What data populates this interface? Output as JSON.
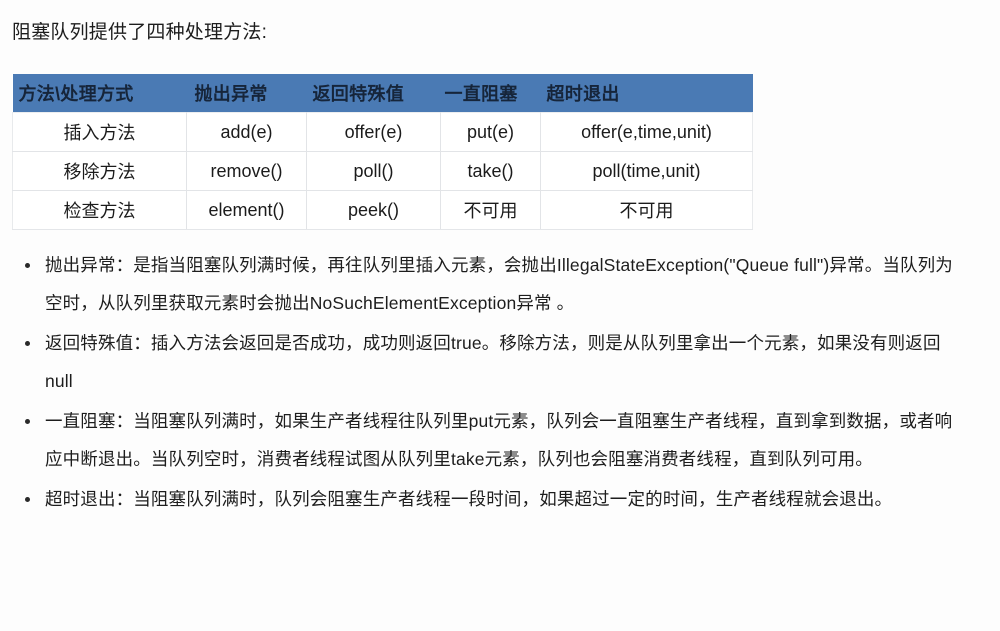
{
  "document": {
    "intro": "阻塞队列提供了四种处理方法:"
  },
  "table": {
    "header_bg": "#4a7ab4",
    "columns": [
      "方法\\处理方式",
      "抛出异常",
      "返回特殊值",
      "一直阻塞",
      "超时退出"
    ],
    "rows": [
      {
        "method": "插入方法",
        "throw_exception": "add(e)",
        "special_value": "offer(e)",
        "block": "put(e)",
        "timeout": "offer(e,time,unit)"
      },
      {
        "method": "移除方法",
        "throw_exception": "remove()",
        "special_value": "poll()",
        "block": "take()",
        "timeout": "poll(time,unit)"
      },
      {
        "method": "检查方法",
        "throw_exception": "element()",
        "special_value": "peek()",
        "block": "不可用",
        "timeout": "不可用"
      }
    ]
  },
  "notes": [
    {
      "term": "抛出异常",
      "text": "抛出异常：是指当阻塞队列满时候，再往队列里插入元素，会抛出IllegalStateException(\"Queue full\")异常。当队列为空时，从队列里获取元素时会抛出NoSuchElementException异常 。"
    },
    {
      "term": "返回特殊值",
      "text": "返回特殊值：插入方法会返回是否成功，成功则返回true。移除方法，则是从队列里拿出一个元素，如果没有则返回null"
    },
    {
      "term": "一直阻塞",
      "text": "一直阻塞：当阻塞队列满时，如果生产者线程往队列里put元素，队列会一直阻塞生产者线程，直到拿到数据，或者响应中断退出。当队列空时，消费者线程试图从队列里take元素，队列也会阻塞消费者线程，直到队列可用。"
    },
    {
      "term": "超时退出",
      "text": "超时退出：当阻塞队列满时，队列会阻塞生产者线程一段时间，如果超过一定的时间，生产者线程就会退出。"
    }
  ]
}
